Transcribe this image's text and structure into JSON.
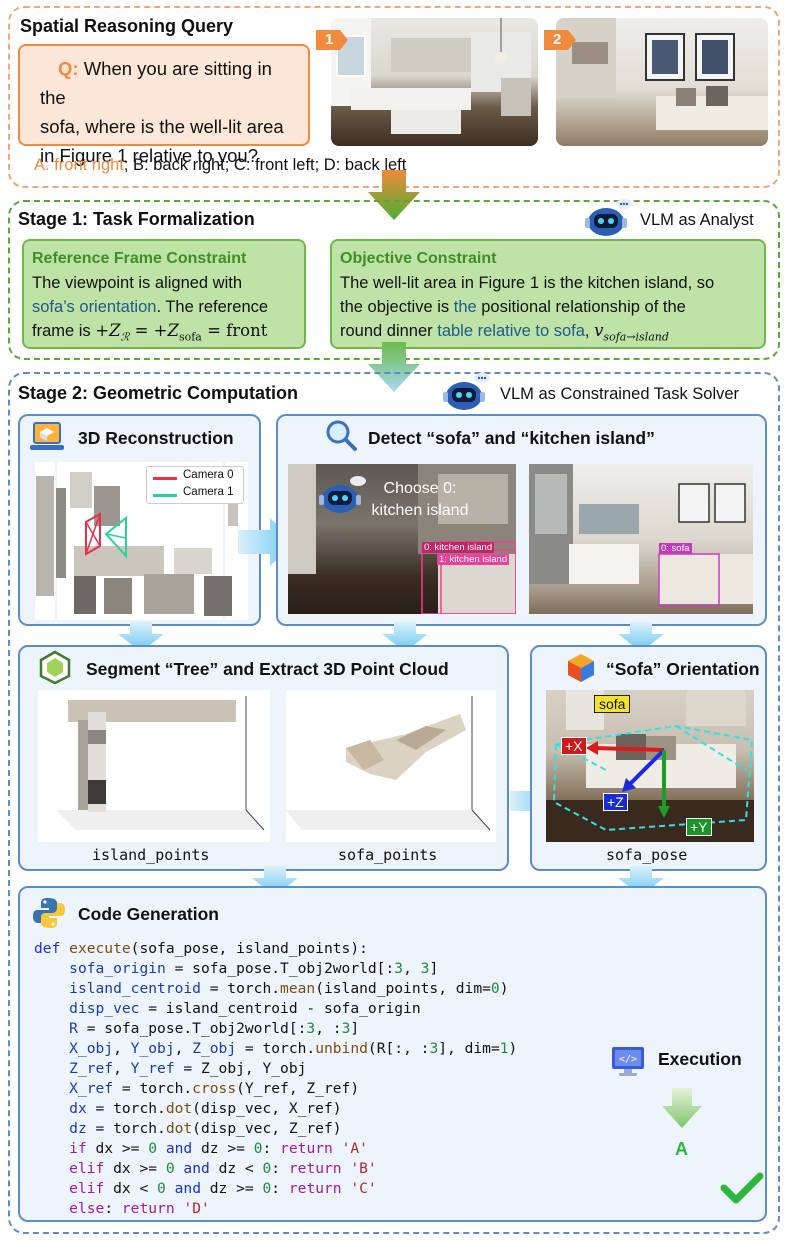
{
  "query": {
    "title": "Spatial Reasoning Query",
    "q_label": "Q:",
    "q_text_1": " When you are sitting in the",
    "q_text_2": "sofa, where is the well-lit area",
    "q_text_3": "in Figure 1 relative to you?",
    "a_label": "A",
    "a_answer": ": front right",
    "options_rest": "; B: back right; C: front left; D: back left",
    "figure_badge_1": "1",
    "figure_badge_2": "2"
  },
  "stage1": {
    "title": "Stage 1: Task Formalization",
    "agent_label": "VLM as Analyst",
    "ref_title": "Reference Frame Constraint",
    "ref_line1": "The viewpoint is aligned with",
    "ref_line2_a": "sofa’s orientation",
    "ref_line2_b": ". The reference",
    "ref_line3_a": "frame is ",
    "ref_line3_math": "+Z",
    "ref_line3_sub1": "ℛ",
    "ref_line3_eq": " = +Z",
    "ref_line3_sub2": "sofa",
    "ref_line3_end": " = front",
    "obj_title": "Objective Constraint",
    "obj_line1": "The well-lit area in Figure 1 is the kitchen island, so",
    "obj_line2_a": "the objective is ",
    "obj_line2_b": "the",
    "obj_line2_c": " positional relationship of the",
    "obj_line3_a": "round dinner ",
    "obj_line3_b": "table relative to sofa",
    "obj_line3_c": ", ",
    "obj_line3_math": "v",
    "obj_line3_sub": "sofa→island"
  },
  "stage2": {
    "title": "Stage 2: Geometric Computation",
    "agent_label": "VLM as Constrained Task Solver",
    "recon_title": "3D Reconstruction",
    "legend": [
      "Camera 0",
      "Camera 1"
    ],
    "detect_title": "Detect “sofa” and “kitchen island”",
    "choose_line1": "Choose 0:",
    "choose_line2": "kitchen island",
    "det_label_0": "0: kitchen island",
    "det_label_1": "1: kitchen island",
    "det_label_sofa": "0: sofa",
    "segment_title": "Segment “Tree” and Extract 3D Point Cloud",
    "island_caption": "island_points",
    "sofa_caption": "sofa_points",
    "orient_title": "“Sofa” Orientation",
    "sofa_tag": "sofa",
    "axis_x": "+X",
    "axis_z": "+Z",
    "axis_y": "+Y",
    "pose_caption": "sofa_pose",
    "code_title": "Code Generation",
    "exec_title": "Execution",
    "exec_answer": "A"
  },
  "colors": {
    "orange_dash": "#f0a77a",
    "green_dash": "#5aa83a",
    "blue_dash": "#5b8ec9",
    "accent_orange": "#f08a3c",
    "camera0": "#e8304a",
    "camera1": "#28d39a",
    "check": "#2db83d"
  }
}
